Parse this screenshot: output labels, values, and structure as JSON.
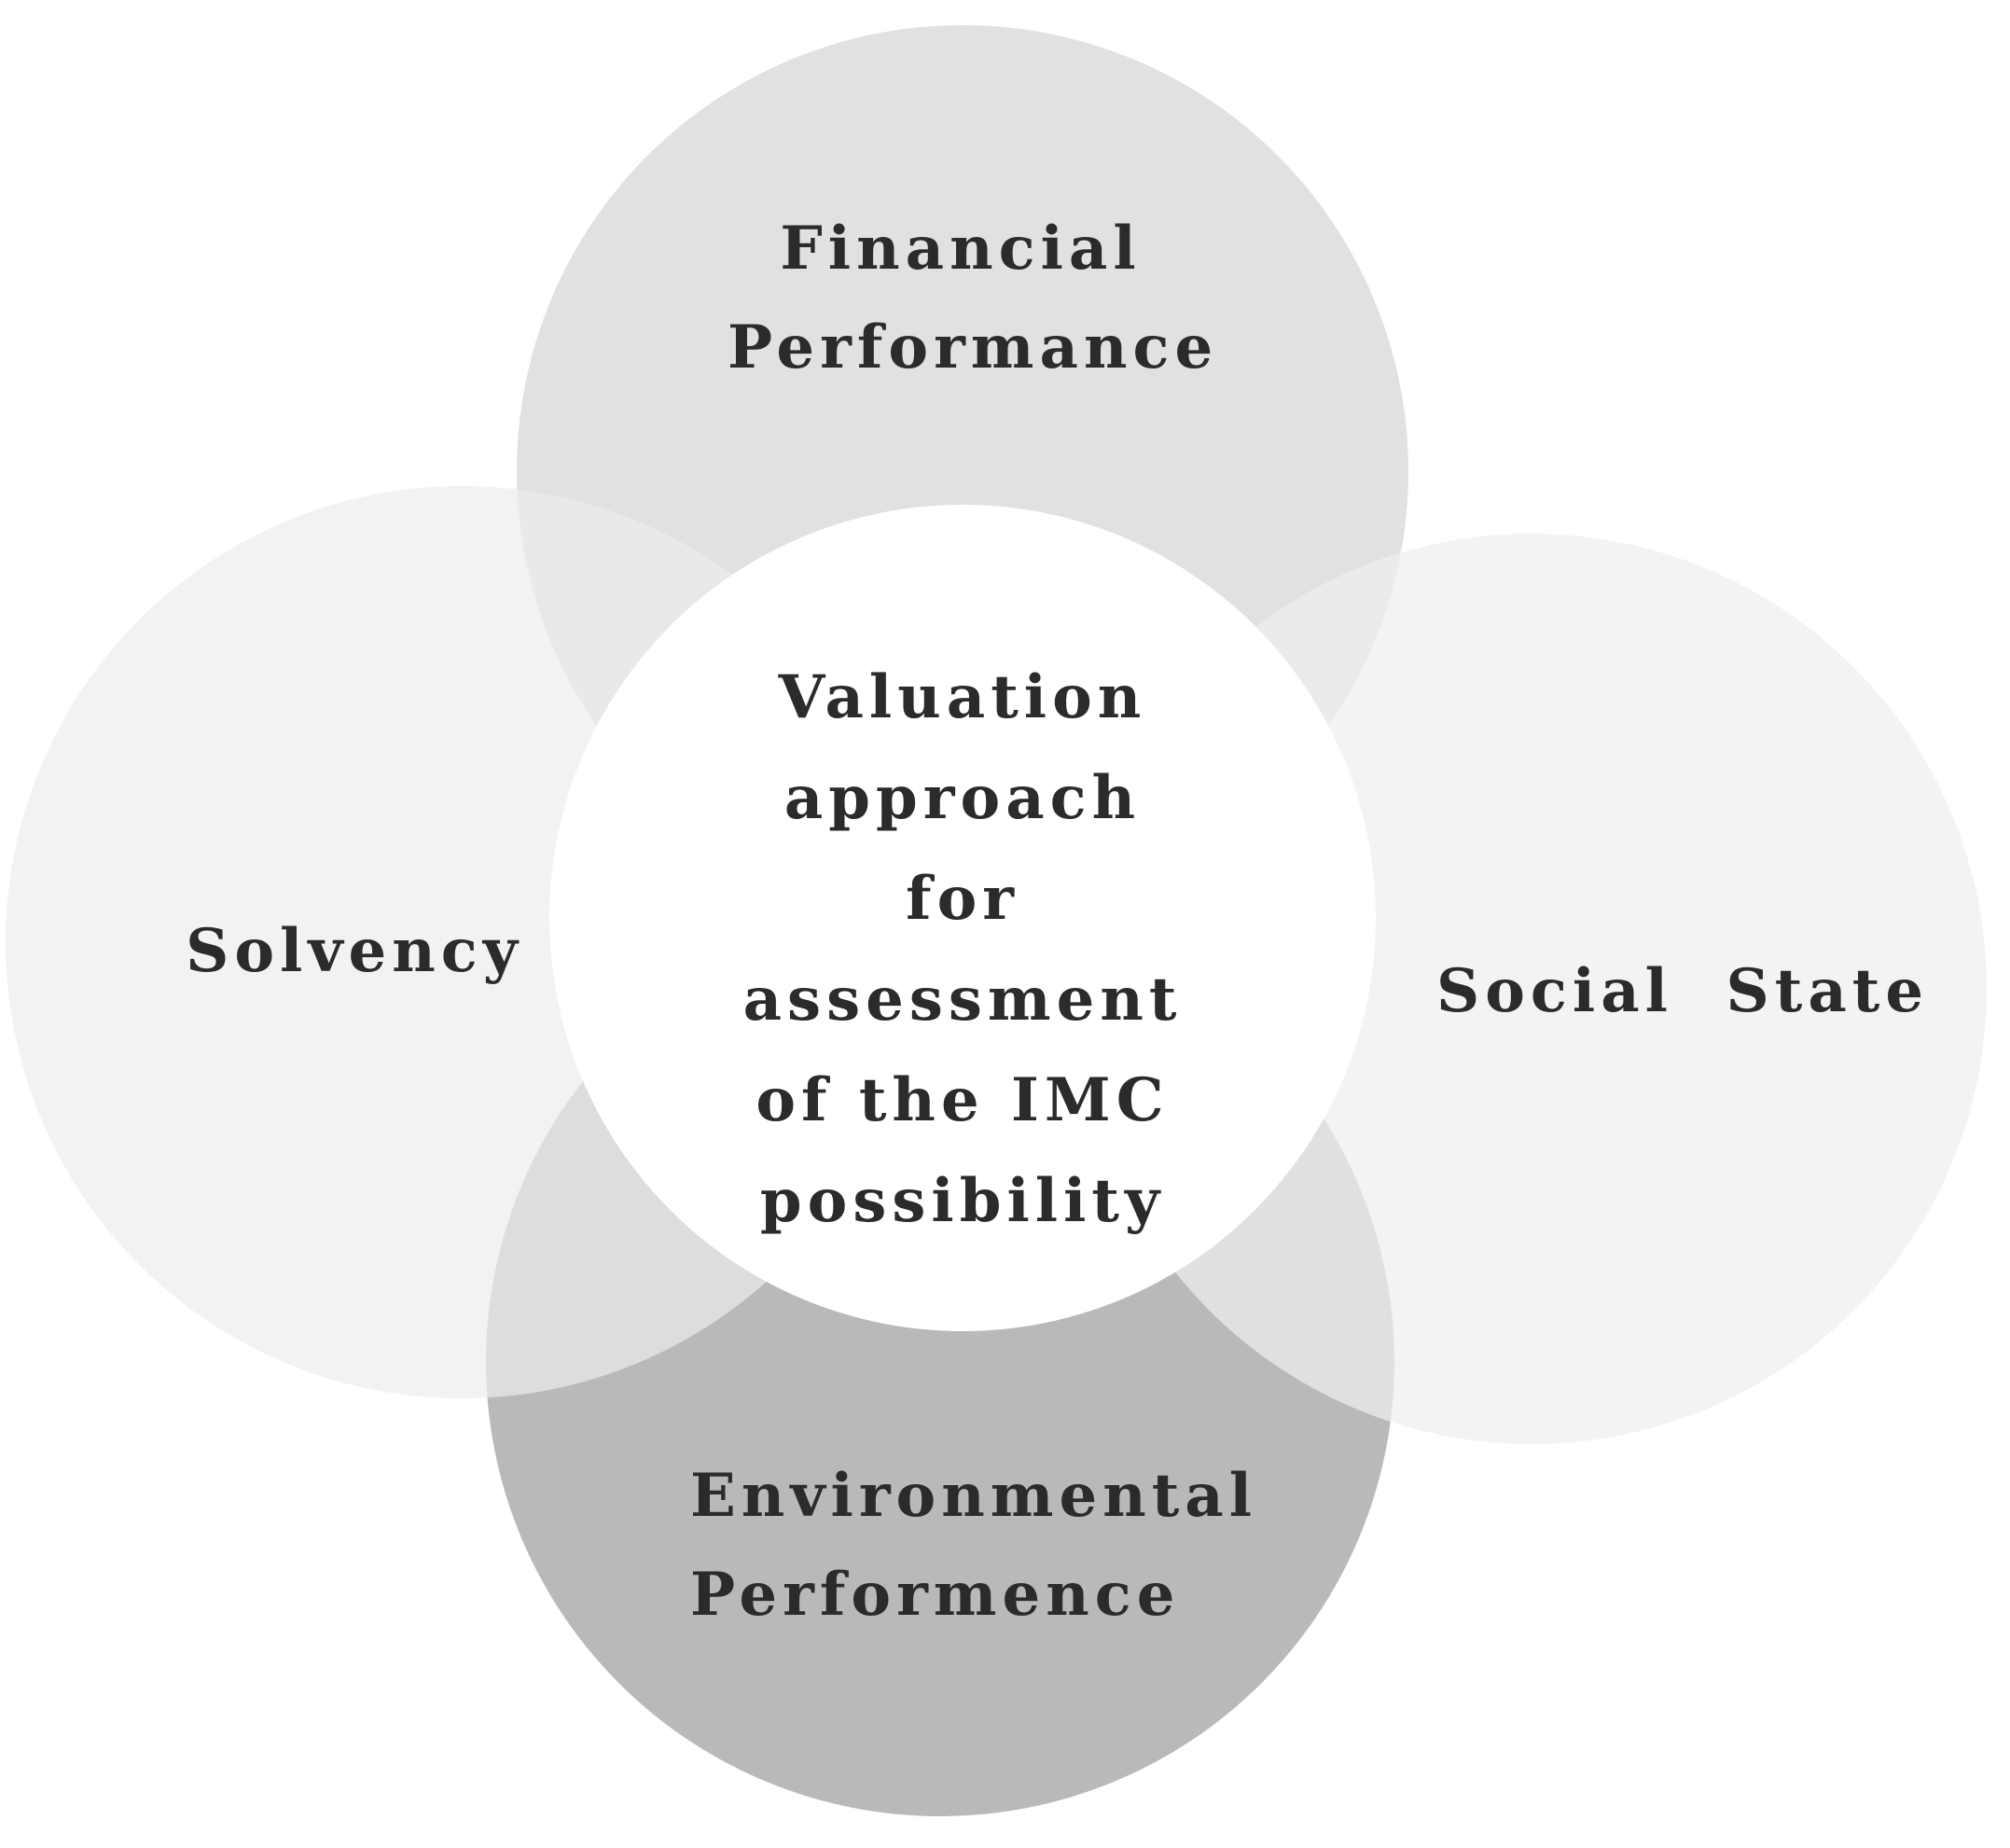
{
  "diagram": {
    "center": {
      "lines": [
        "Valuation",
        "approach",
        "for",
        "assessment",
        "of the IMC",
        "possibility"
      ],
      "fill": "#ffffff"
    },
    "petals": {
      "financial": {
        "lines": [
          "Financial",
          "Performance"
        ],
        "fill": "#dedede"
      },
      "solvency": {
        "lines": [
          "Solvency"
        ],
        "fill": "#eeedec"
      },
      "social": {
        "lines": [
          "Social  State"
        ],
        "fill": "#efeeed"
      },
      "environmental": {
        "lines": [
          "Environmental",
          "Performence"
        ],
        "fill": "#b4b4b4"
      }
    },
    "text_color": "#2b2b2b"
  }
}
